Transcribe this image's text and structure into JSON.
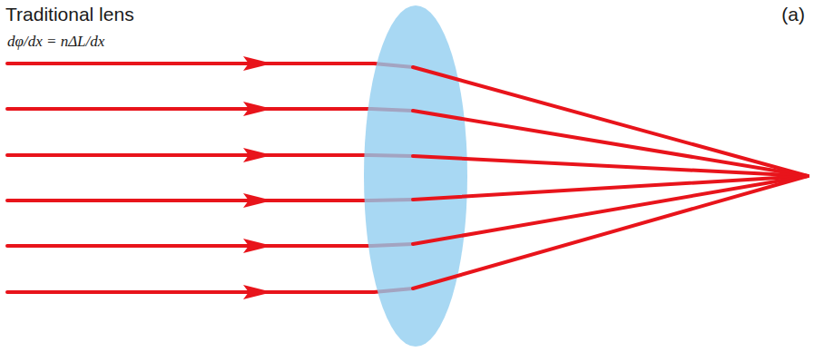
{
  "diagram": {
    "labels": [
      "Traditional lens",
      "dφ/dx = nΔL/dx",
      "(a)"
    ]
  }
}
